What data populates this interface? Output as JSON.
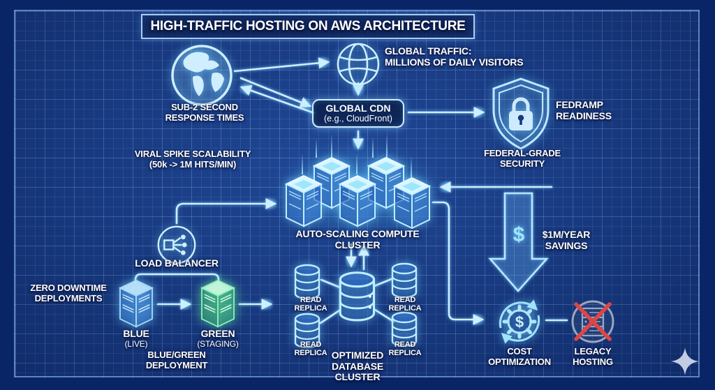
{
  "title": "HIGH-TRAFFIC HOSTING ON AWS ARCHITECTURE",
  "labels": {
    "global_traffic": {
      "line1": "GLOBAL TRAFFIC:",
      "line2": "MILLIONS OF DAILY VISITORS"
    },
    "sub2": {
      "line1": "SUB-2 SECOND",
      "line2": "RESPONSE TIMES"
    },
    "cdn": {
      "line1": "GLOBAL CDN",
      "line2": "(e.g., CloudFront)"
    },
    "fedramp": {
      "line1": "FEDRAMP",
      "line2": "READINESS"
    },
    "federal": {
      "line1": "FEDERAL-GRADE",
      "line2": "SECURITY"
    },
    "viral": {
      "line1": "VIRAL SPIKE SCALABILITY",
      "line2": "(50k -> 1M HITS/MIN)"
    },
    "cluster": {
      "label": "AUTO-SCALING COMPUTE CLUSTER"
    },
    "load_balancer": {
      "label": "LOAD BALANCER"
    },
    "zero_downtime": {
      "line1": "ZERO DOWNTIME",
      "line2": "DEPLOYMENTS"
    },
    "blue": {
      "line1": "BLUE",
      "line2": "(LIVE)"
    },
    "green": {
      "line1": "GREEN",
      "line2": "(STAGING)"
    },
    "bluegreen": {
      "line1": "BLUE/GREEN",
      "line2": "DEPLOYMENT"
    },
    "read_replica": "READ REPLICA",
    "database": {
      "line1": "OPTIMIZED",
      "line2": "DATABASE CLUSTER"
    },
    "savings": {
      "line1": "$1M/YEAR",
      "line2": "SAVINGS",
      "symbol": "$"
    },
    "cost": {
      "line1": "COST",
      "line2": "OPTIMIZATION",
      "symbol": "$"
    },
    "legacy": {
      "line1": "LEGACY",
      "line2": "HOSTING"
    }
  },
  "icons": [
    "earth-globe-icon",
    "wireframe-globe-icon",
    "shield-lock-icon",
    "server-tower-icon",
    "load-balancer-icon",
    "blue-server-icon",
    "green-server-icon",
    "database-cylinder-icon",
    "read-replica-icon",
    "savings-down-arrow",
    "cost-optimization-gear-icon",
    "legacy-hosting-crossed-icon",
    "sparkle-icon"
  ],
  "colors": {
    "panel_background": "#163a86",
    "outer_background": "#0a2565",
    "accent_cyan": "#bfe8ff",
    "line": "#cfeeff",
    "green": "#8ef0b4",
    "blue_server": "#a8d8f8",
    "red_x": "#e04545",
    "legacy_gray": "#9aa6ba",
    "text": "#ffffff"
  }
}
